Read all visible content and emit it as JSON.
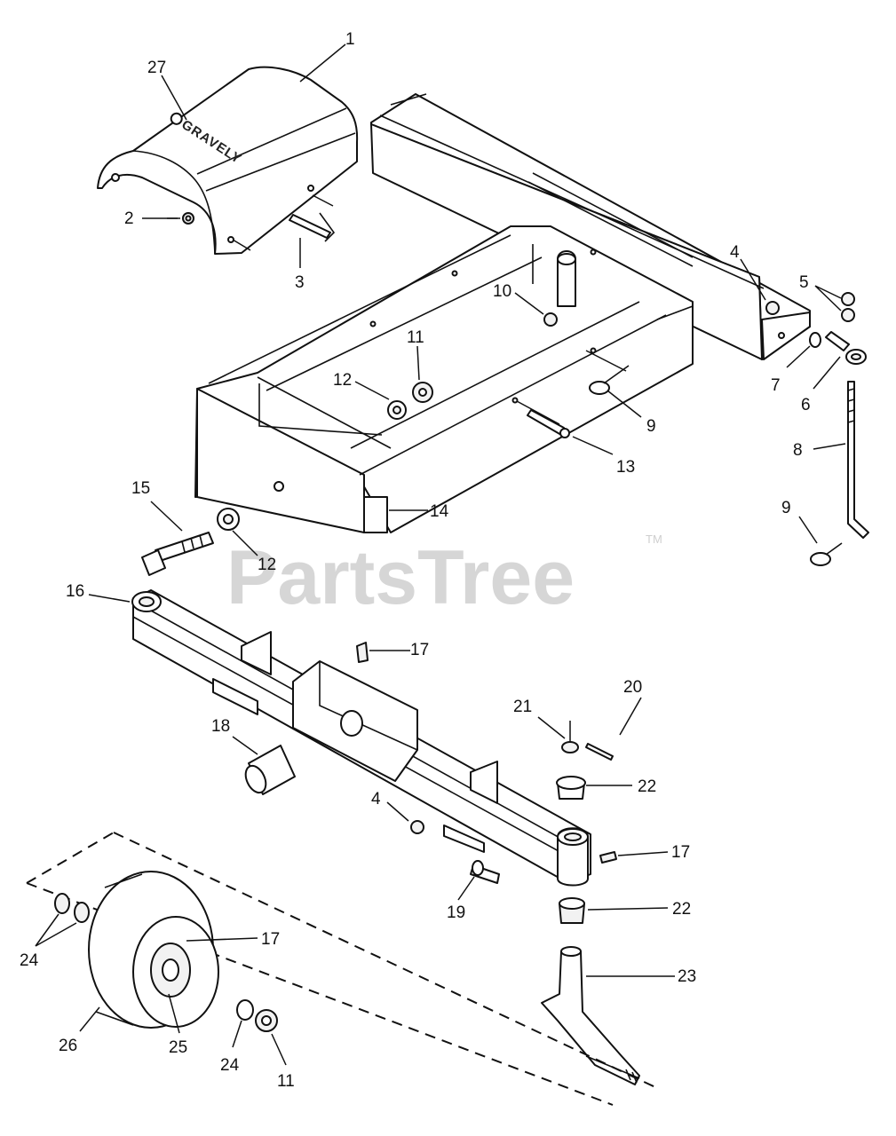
{
  "watermark": {
    "text": "PartsTree",
    "trademark": "TM"
  },
  "brand_text": "GRAVELY",
  "callouts": [
    {
      "id": "c1",
      "text": "1"
    },
    {
      "id": "c27",
      "text": "27"
    },
    {
      "id": "c2",
      "text": "2"
    },
    {
      "id": "c3",
      "text": "3"
    },
    {
      "id": "c4a",
      "text": "4"
    },
    {
      "id": "c5",
      "text": "5"
    },
    {
      "id": "c10",
      "text": "10"
    },
    {
      "id": "c11a",
      "text": "11"
    },
    {
      "id": "c12a",
      "text": "12"
    },
    {
      "id": "c7",
      "text": "7"
    },
    {
      "id": "c6",
      "text": "6"
    },
    {
      "id": "c9a",
      "text": "9"
    },
    {
      "id": "c13",
      "text": "13"
    },
    {
      "id": "c8",
      "text": "8"
    },
    {
      "id": "c14",
      "text": "14"
    },
    {
      "id": "c15",
      "text": "15"
    },
    {
      "id": "c12b",
      "text": "12"
    },
    {
      "id": "c9b",
      "text": "9"
    },
    {
      "id": "c16",
      "text": "16"
    },
    {
      "id": "c17a",
      "text": "17"
    },
    {
      "id": "c20",
      "text": "20"
    },
    {
      "id": "c21",
      "text": "21"
    },
    {
      "id": "c18",
      "text": "18"
    },
    {
      "id": "c22a",
      "text": "22"
    },
    {
      "id": "c4b",
      "text": "4"
    },
    {
      "id": "c17b",
      "text": "17"
    },
    {
      "id": "c22b",
      "text": "22"
    },
    {
      "id": "c19",
      "text": "19"
    },
    {
      "id": "c24a",
      "text": "24"
    },
    {
      "id": "c17c",
      "text": "17"
    },
    {
      "id": "c23",
      "text": "23"
    },
    {
      "id": "c26",
      "text": "26"
    },
    {
      "id": "c25",
      "text": "25"
    },
    {
      "id": "c24b",
      "text": "24"
    },
    {
      "id": "c11b",
      "text": "11"
    }
  ]
}
